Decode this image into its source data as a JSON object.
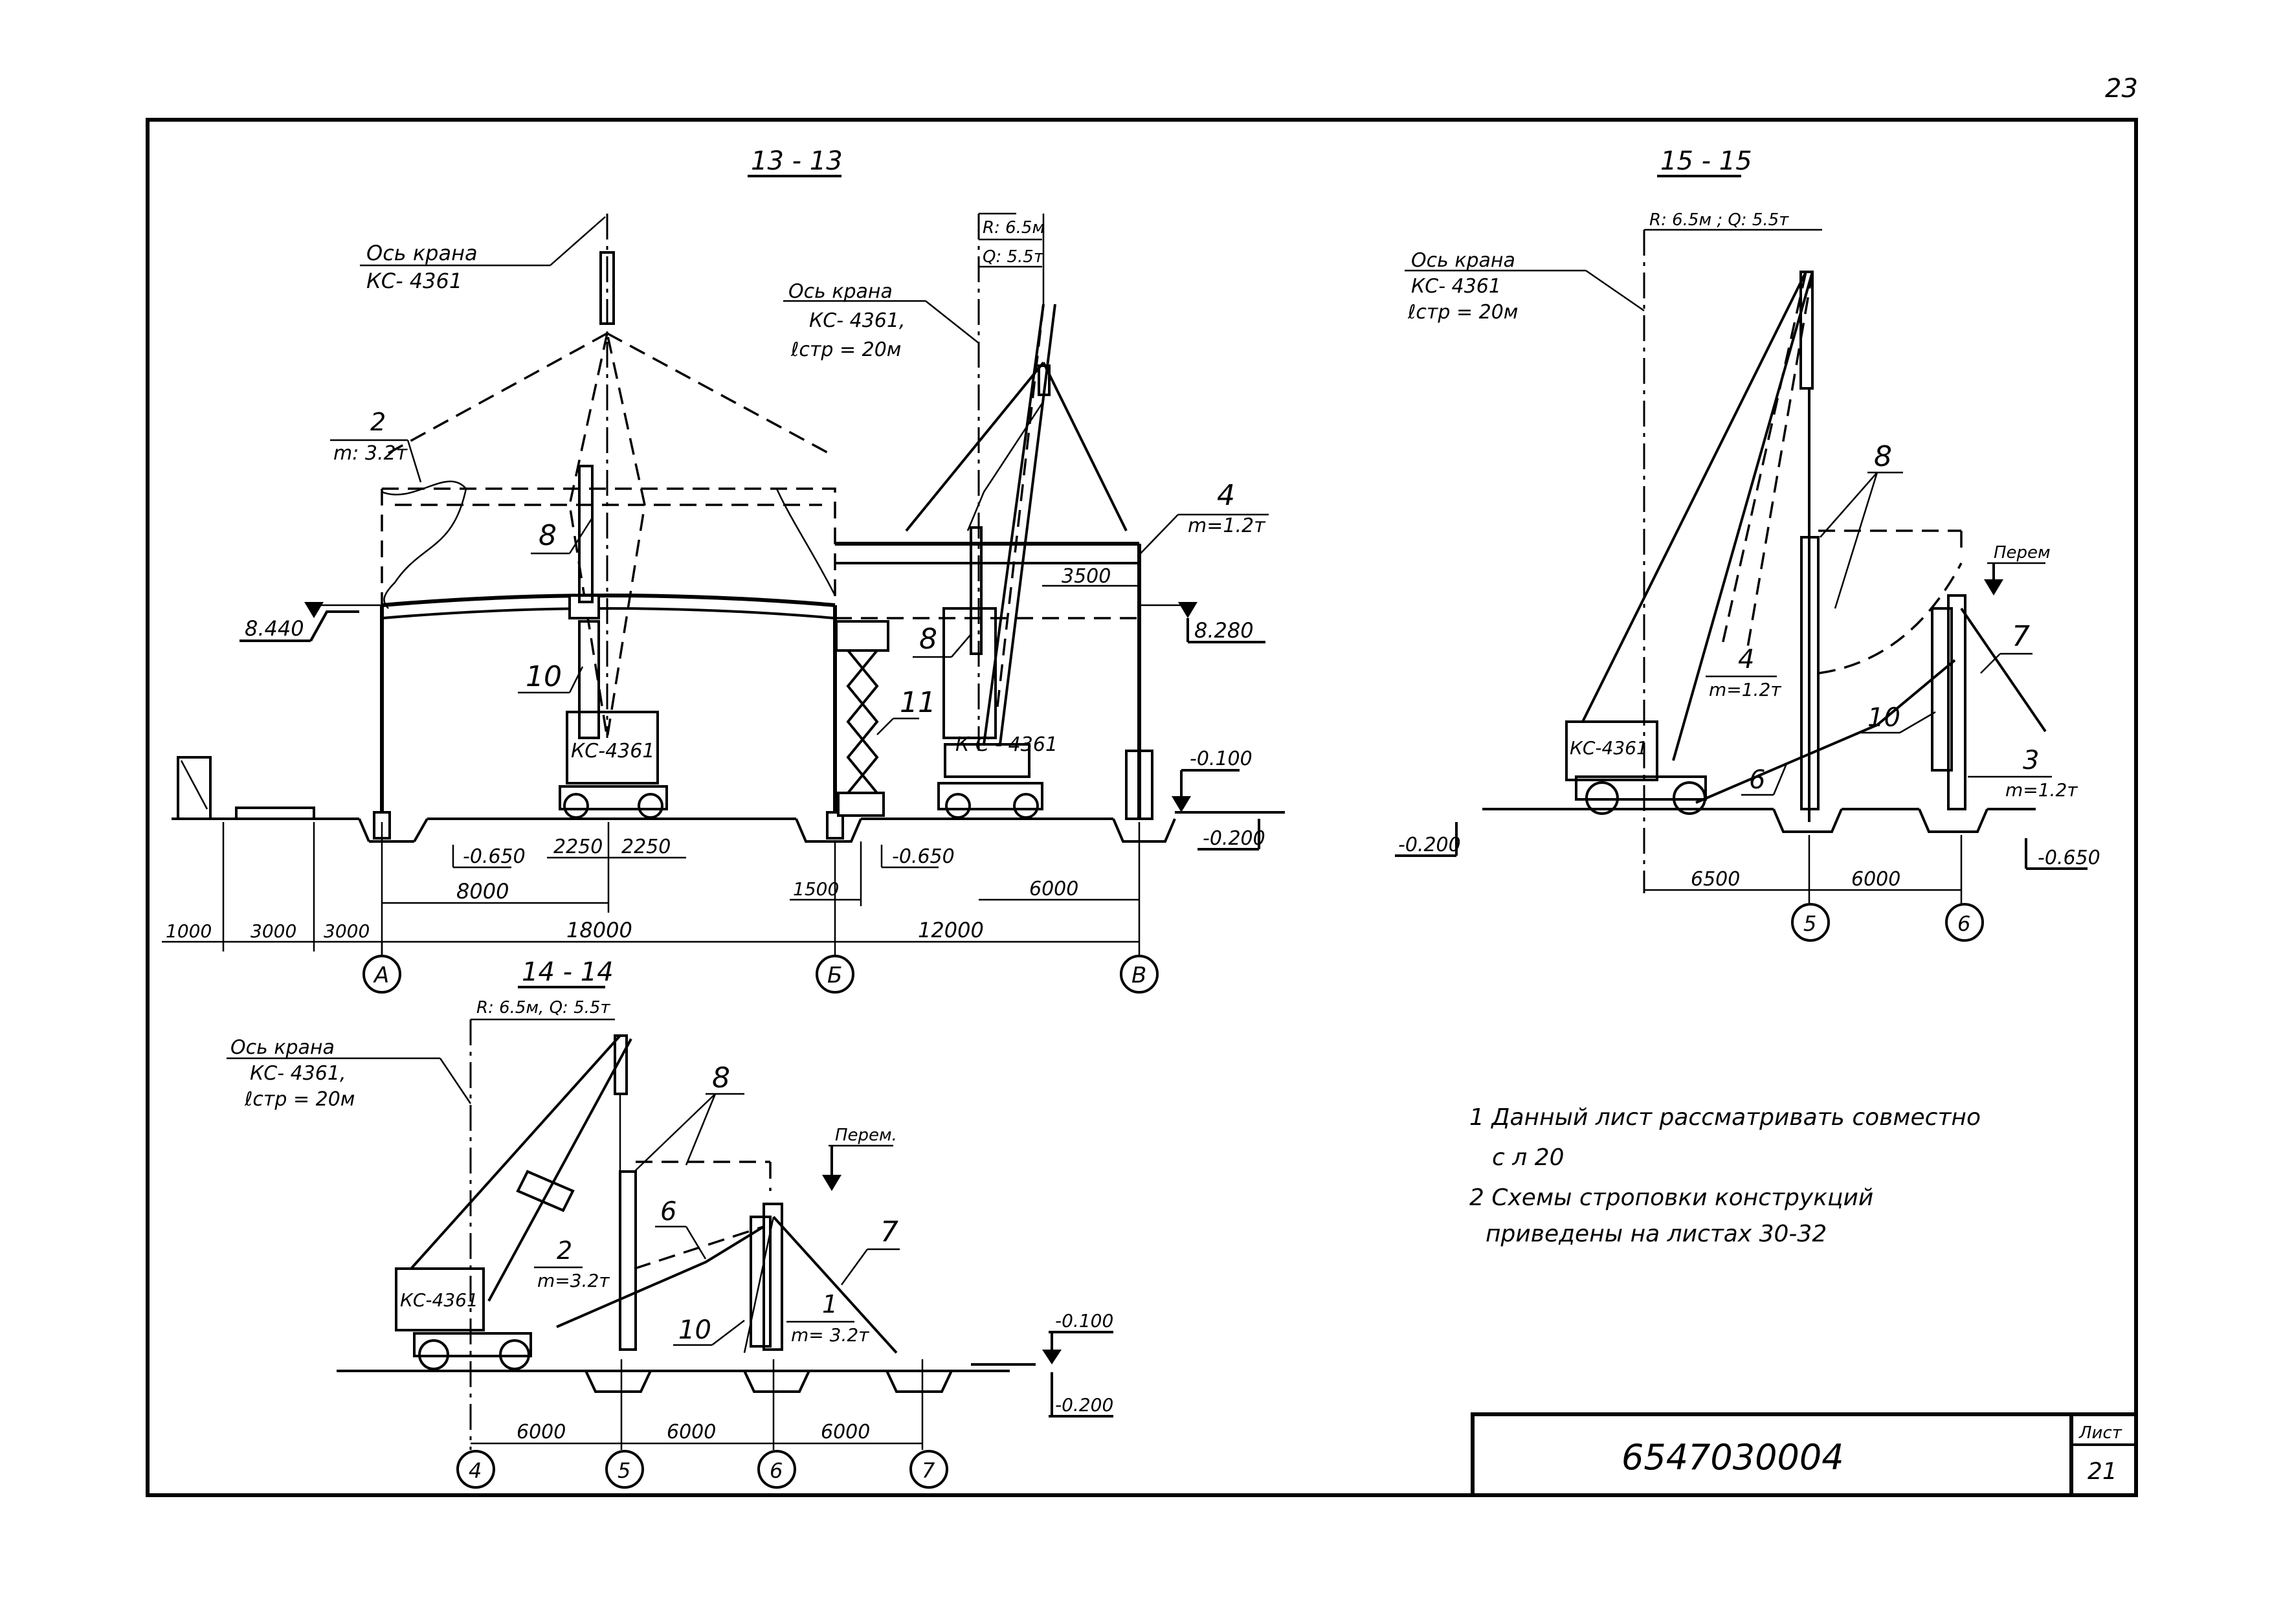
{
  "page_number": "23",
  "sections": {
    "s13": {
      "title": "13 - 13",
      "crane_axis_left": [
        "Ось крана",
        "КС- 4361"
      ],
      "crane_axis_right": [
        "Ось крана",
        "КС- 4361,",
        "ℓстр = 20м"
      ],
      "radius_label": "R: 6.5м",
      "load_label": "Q: 5.5т",
      "marks": {
        "m2": "2",
        "m2_mass": "m: 3.2т",
        "m4": "4",
        "m4_mass": "m=1.2т",
        "m8a": "8",
        "m8b": "8",
        "m10": "10",
        "m11": "11"
      },
      "crane_label_a": "КС-4361",
      "crane_label_b": "К С - 4361",
      "elev_left": "8.440",
      "elev_right": "8.280",
      "elev_m0100": "-0.100",
      "elev_m0200": "-0.200",
      "elev_m0650a": "-0.650",
      "elev_m0650b": "-0.650",
      "dims": {
        "d3500": "3500",
        "d8000": "8000",
        "d2250a": "2250",
        "d2250b": "2250",
        "d1500": "1500",
        "d6000": "6000",
        "d1000": "1000",
        "d3000a": "3000",
        "d3000b": "3000",
        "d18000": "18000",
        "d12000": "12000"
      },
      "axes": [
        "А",
        "Б",
        "В"
      ]
    },
    "s14": {
      "title": "14 - 14",
      "crane_axis": [
        "Ось крана",
        "КС- 4361,",
        "ℓстр = 20м"
      ],
      "radius_load": "R: 6.5м, Q: 5.5т",
      "marks": {
        "m8": "8",
        "m6": "6",
        "m7": "7",
        "m2": "2",
        "m2_mass": "m=3.2т",
        "m1": "1",
        "m1_mass": "m= 3.2т",
        "m10": "10"
      },
      "perem": "Перем.",
      "crane_label": "КС-4361",
      "elev_m0100": "-0.100",
      "elev_m0200": "-0.200",
      "dims": [
        "6000",
        "6000",
        "6000"
      ],
      "axes": [
        "4",
        "5",
        "6",
        "7"
      ]
    },
    "s15": {
      "title": "15 - 15",
      "crane_axis": [
        "Ось крана",
        "КС- 4361",
        "ℓстр = 20м"
      ],
      "radius_load": "R: 6.5м ; Q: 5.5т",
      "marks": {
        "m8": "8",
        "m4": "4",
        "m4_mass": "m=1.2т",
        "m6": "6",
        "m10": "10",
        "m7": "7",
        "m3": "3",
        "m3_mass": "m=1.2т"
      },
      "perem": "Перем",
      "crane_label": "КС-4361",
      "elev_m0200": "-0.200",
      "elev_m0650": "-0.650",
      "dims": [
        "6500",
        "6000"
      ],
      "axes": [
        "5",
        "6"
      ]
    }
  },
  "notes": [
    "1 Данный лист рассматривать совместно",
    "с л 20",
    "2 Схемы строповки конструкций",
    "приведены на листах 30-32"
  ],
  "stamp": {
    "code": "6547030004",
    "sheet_label": "Лист",
    "sheet_number": "21"
  }
}
